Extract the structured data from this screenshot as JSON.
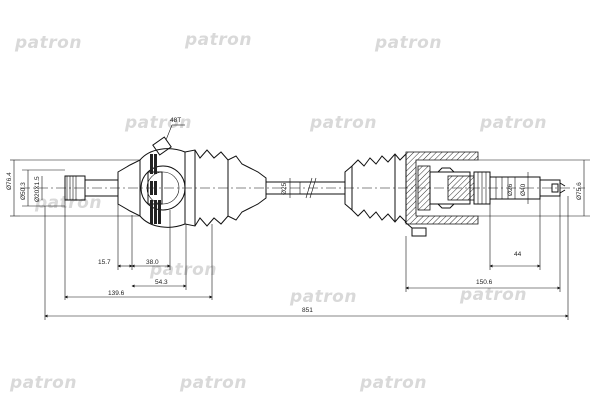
{
  "watermark": {
    "text": "patron"
  },
  "dimensions": {
    "d1": "Ø76.4",
    "d2": "Ø50.3",
    "d3": "Ø20X1.5",
    "spline_count": "48T",
    "shaft_dia": "Ø25",
    "l1": "15.7",
    "l2": "38.0",
    "l3": "54.3",
    "l4": "139.6",
    "total": "851",
    "r1": "44",
    "r2": "150.6",
    "rd1": "Ø26",
    "rd2": "Ø40",
    "rd3": "Ø75.6"
  }
}
